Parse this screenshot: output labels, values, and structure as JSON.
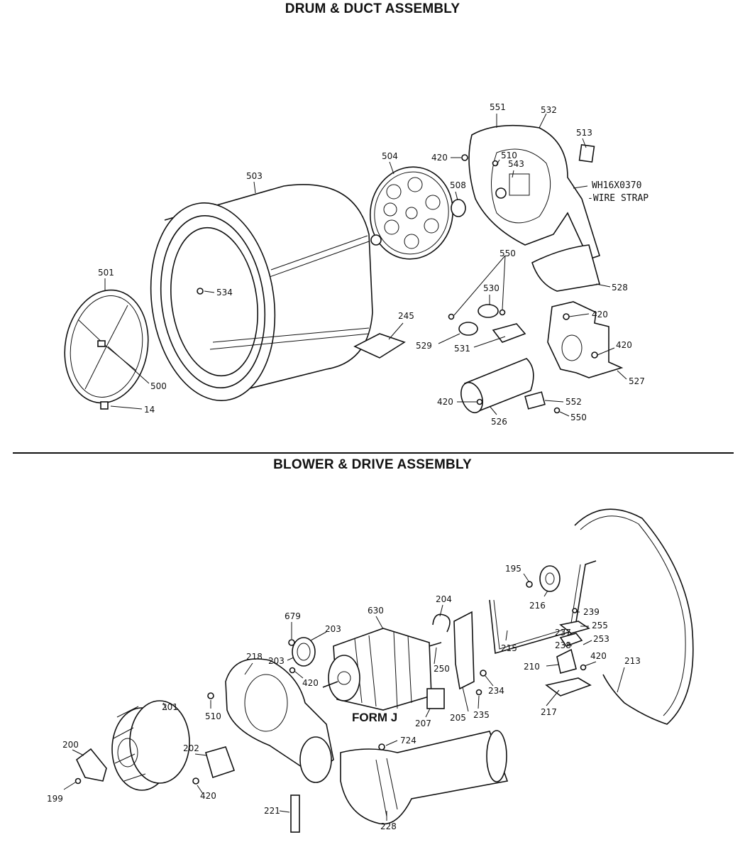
{
  "titles": {
    "top": "DRUM & DUCT ASSEMBLY",
    "bottom": "BLOWER & DRIVE ASSEMBLY"
  },
  "drum_labels": {
    "p551": "551",
    "p532": "532",
    "p513": "513",
    "p420a": "420",
    "p510a": "510",
    "p543": "543",
    "p504": "504",
    "p508": "508",
    "wh": "WH16X0370",
    "strap": "-WIRE STRAP",
    "p503": "503",
    "p550a": "550",
    "p530": "530",
    "p528": "528",
    "p501": "501",
    "p534": "534",
    "p420b": "420",
    "p245": "245",
    "p529": "529",
    "p420c": "420",
    "p531": "531",
    "p527": "527",
    "p500": "500",
    "p420d": "420",
    "p552": "552",
    "p14": "14",
    "p550b": "550",
    "p526": "526"
  },
  "blower_labels": {
    "p195": "195",
    "p216": "216",
    "p204": "204",
    "p630": "630",
    "p679": "679",
    "p203a": "203",
    "p239": "239",
    "p255": "255",
    "p237": "237",
    "p253": "253",
    "p238": "238",
    "p218": "218",
    "p203b": "203",
    "p215": "215",
    "p420e": "420",
    "p213": "213",
    "p250": "250",
    "p210": "210",
    "p420f": "420",
    "p234": "234",
    "p201": "201",
    "p510b": "510",
    "p207": "207",
    "p205": "205",
    "p235": "235",
    "p217": "217",
    "form": "FORM J",
    "p200": "200",
    "p202": "202",
    "p724": "724",
    "p199": "199",
    "p420g": "420",
    "p221": "221",
    "p228": "228"
  }
}
